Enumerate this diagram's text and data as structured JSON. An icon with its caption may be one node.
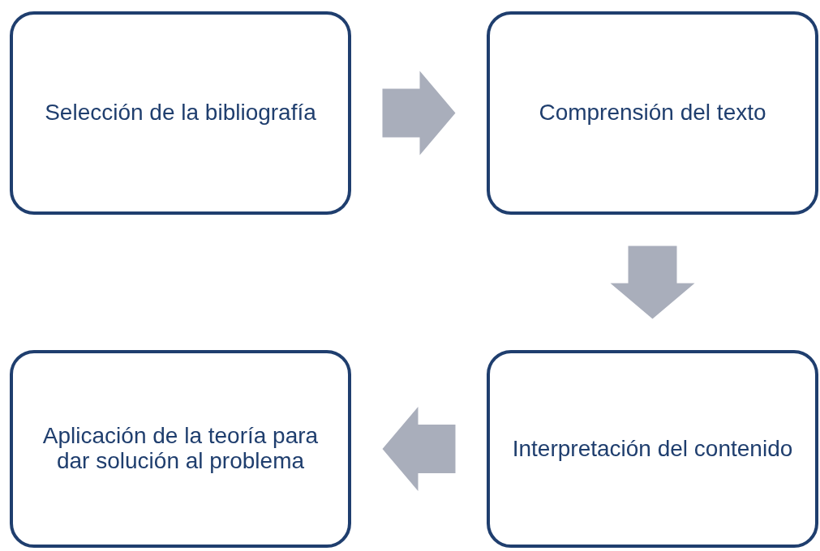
{
  "diagram": {
    "nodes": [
      {
        "text": [
          "Selección de la bibliografía"
        ]
      },
      {
        "text": [
          "Comprensión del texto"
        ]
      },
      {
        "text": [
          "Aplicación de la teoría para dar solución al problema"
        ]
      },
      {
        "text": [
          "Interpretación del contenido"
        ]
      }
    ],
    "edges": [
      {
        "from": 0,
        "to": 1,
        "arrow": "to"
      },
      {
        "from": 1,
        "to": 3,
        "arrow": "to"
      },
      {
        "from": 3,
        "to": 2,
        "arrow": "to"
      }
    ]
  }
}
